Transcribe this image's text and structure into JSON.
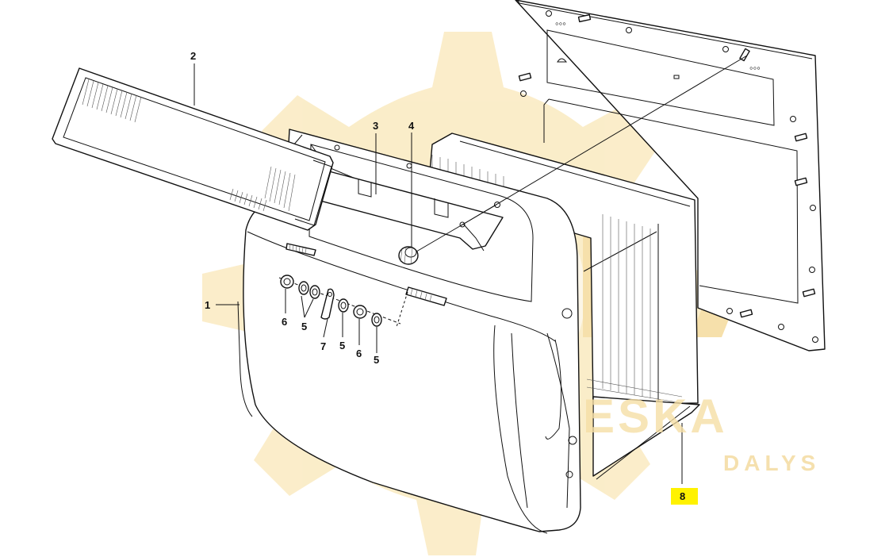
{
  "diagram": {
    "callouts": [
      {
        "id": "c1",
        "text": "1"
      },
      {
        "id": "c2",
        "text": "2"
      },
      {
        "id": "c3",
        "text": "3"
      },
      {
        "id": "c4",
        "text": "4"
      },
      {
        "id": "c5a",
        "text": "5"
      },
      {
        "id": "c5b",
        "text": "5"
      },
      {
        "id": "c5c",
        "text": "5"
      },
      {
        "id": "c6a",
        "text": "6"
      },
      {
        "id": "c6b",
        "text": "6"
      },
      {
        "id": "c7",
        "text": "7"
      },
      {
        "id": "c8",
        "text": "8"
      }
    ],
    "highlighted_callout": "8",
    "highlight_color": "#fff200",
    "watermark": {
      "logo_letters": "ESKA",
      "text_primary": "ESKA",
      "text_secondary": "DALYS",
      "color": "#f7e3b0"
    }
  }
}
